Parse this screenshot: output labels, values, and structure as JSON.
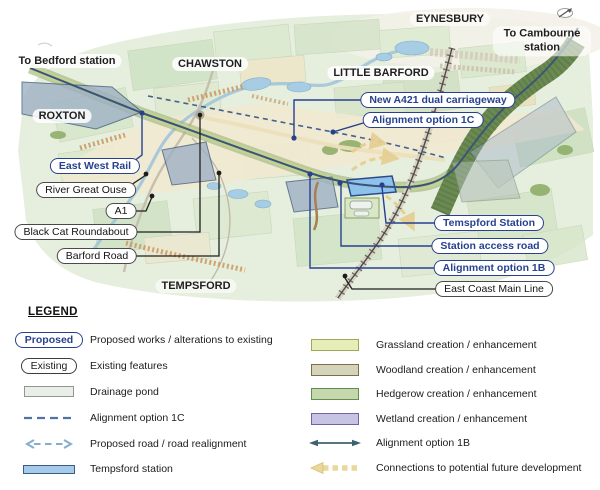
{
  "map": {
    "places": {
      "eynesbury": "EYNESBURY",
      "to_cambourne": "To Cambourne station",
      "to_bedford": "To Bedford station",
      "chawston": "CHAWSTON",
      "little_barford": "LITTLE BARFORD",
      "roxton": "ROXTON",
      "tempsford": "TEMPSFORD"
    },
    "callouts": {
      "east_west_rail": "East West Rail",
      "river_great_ouse": "River Great Ouse",
      "a1": "A1",
      "black_cat": "Black Cat Roundabout",
      "barford_road": "Barford Road",
      "new_a421": "New A421 dual carriageway",
      "alignment_1c": "Alignment option 1C",
      "tempsford_station": "Temspford Station",
      "station_access_road": "Station access road",
      "alignment_1b": "Alignment option 1B",
      "east_coast_main_line": "East Coast Main Line"
    }
  },
  "legend": {
    "title": "LEGEND",
    "left": [
      {
        "swatch": "pill-proposed",
        "swatch_label": "Proposed",
        "label": "Proposed works / alterations to existing"
      },
      {
        "swatch": "pill-existing",
        "swatch_label": "Existing",
        "label": "Existing features"
      },
      {
        "swatch": "drainage-pond",
        "label": "Drainage pond"
      },
      {
        "swatch": "dashed-line-1c",
        "label": "Alignment option 1C"
      },
      {
        "swatch": "dashed-double-arrow",
        "label": "Proposed road / road realignment"
      },
      {
        "swatch": "station-rect",
        "label": "Tempsford station"
      }
    ],
    "right": [
      {
        "swatch": "grassland",
        "label": "Grassland creation / enhancement"
      },
      {
        "swatch": "woodland",
        "label": "Woodland creation / enhancement"
      },
      {
        "swatch": "hedgerow",
        "label": "Hedgerow creation / enhancement"
      },
      {
        "swatch": "wetland",
        "label": "Wetland creation / enhancement"
      },
      {
        "swatch": "solid-double-arrow-1b",
        "label": "Alignment option 1B"
      },
      {
        "swatch": "yellow-dashed-arrow",
        "label": "Connections to potential future development"
      }
    ]
  },
  "colors": {
    "proposed_navy": "#27418f",
    "existing_black": "#2a2a2a",
    "station_blue": "#a6cae9",
    "drainage_pond": "#e9eee9",
    "alignment_1c": "#4f74a3",
    "proposed_road": "#85aecd",
    "grassland": "#e7edb6",
    "woodland": "#d4d4ba",
    "hedgerow": "#c6d7ae",
    "wetland": "#c7c4e3",
    "alignment_1b": "#3e6170",
    "future_connection": "#e8d89c"
  }
}
